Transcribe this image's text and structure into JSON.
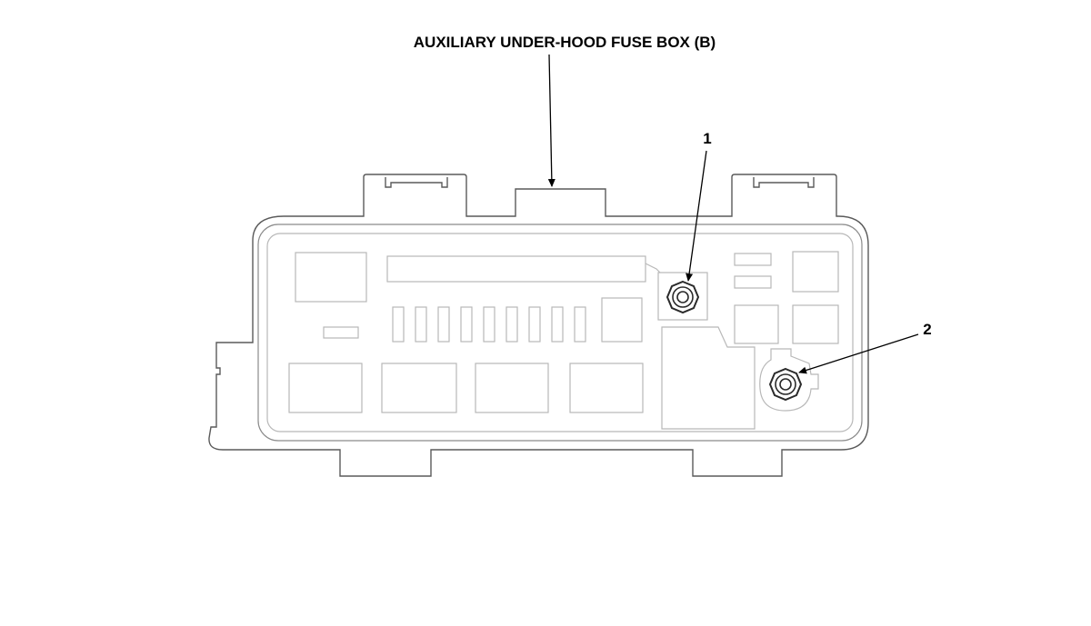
{
  "diagram": {
    "title": "AUXILIARY UNDER-HOOD FUSE BOX (B)",
    "callouts": [
      {
        "number": "1"
      },
      {
        "number": "2"
      }
    ],
    "colors": {
      "line": "#000000",
      "outline": "#5a5a5a",
      "inner": "#b8b8b8",
      "background": "#ffffff"
    }
  }
}
